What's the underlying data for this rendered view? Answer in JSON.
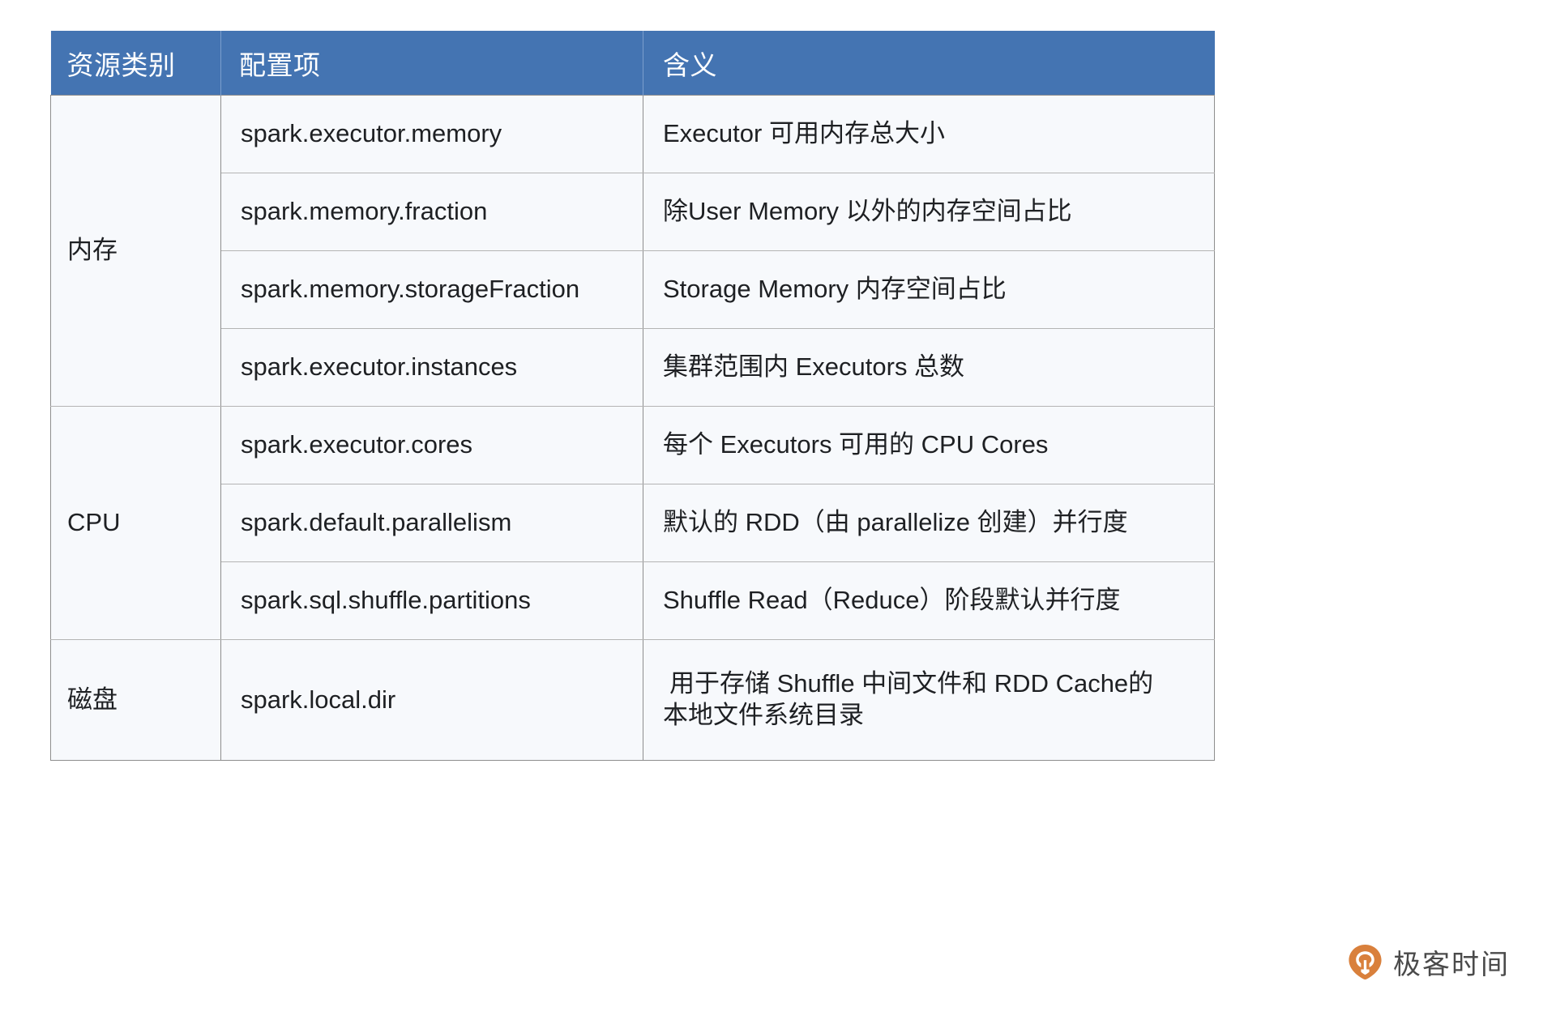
{
  "table": {
    "headers": {
      "category": "资源类别",
      "config_key": "配置项",
      "meaning": "含义"
    },
    "header_bg_color": "#4474b2",
    "header_text_color": "#ffffff",
    "cell_bg_color": "#f7f9fc",
    "border_color": "#8e8e8e",
    "groups": [
      {
        "category": "内存",
        "rows": [
          {
            "config_key": "spark.executor.memory",
            "meaning": "Executor 可用内存总大小"
          },
          {
            "config_key": "spark.memory.fraction",
            "meaning": "除User Memory 以外的内存空间占比"
          },
          {
            "config_key": "spark.memory.storageFraction",
            "meaning": "Storage Memory 内存空间占比"
          },
          {
            "config_key": "spark.executor.instances",
            "meaning": "集群范围内 Executors 总数"
          }
        ]
      },
      {
        "category": "CPU",
        "rows": [
          {
            "config_key": "spark.executor.cores",
            "meaning": "每个 Executors 可用的 CPU Cores"
          },
          {
            "config_key": "spark.default.parallelism",
            "meaning": "默认的 RDD（由 parallelize  创建）并行度"
          },
          {
            "config_key": "spark.sql.shuffle.partitions",
            "meaning": "Shuffle Read（Reduce）阶段默认并行度"
          }
        ]
      },
      {
        "category": "磁盘",
        "rows": [
          {
            "config_key": "spark.local.dir",
            "meaning_line1": " 用于存储 Shuffle 中间文件和 RDD Cache的",
            "meaning_line2": "本地文件系统目录"
          }
        ]
      }
    ]
  },
  "watermark": {
    "brand_text": "极客时间",
    "mark_color": "#d9803c"
  }
}
